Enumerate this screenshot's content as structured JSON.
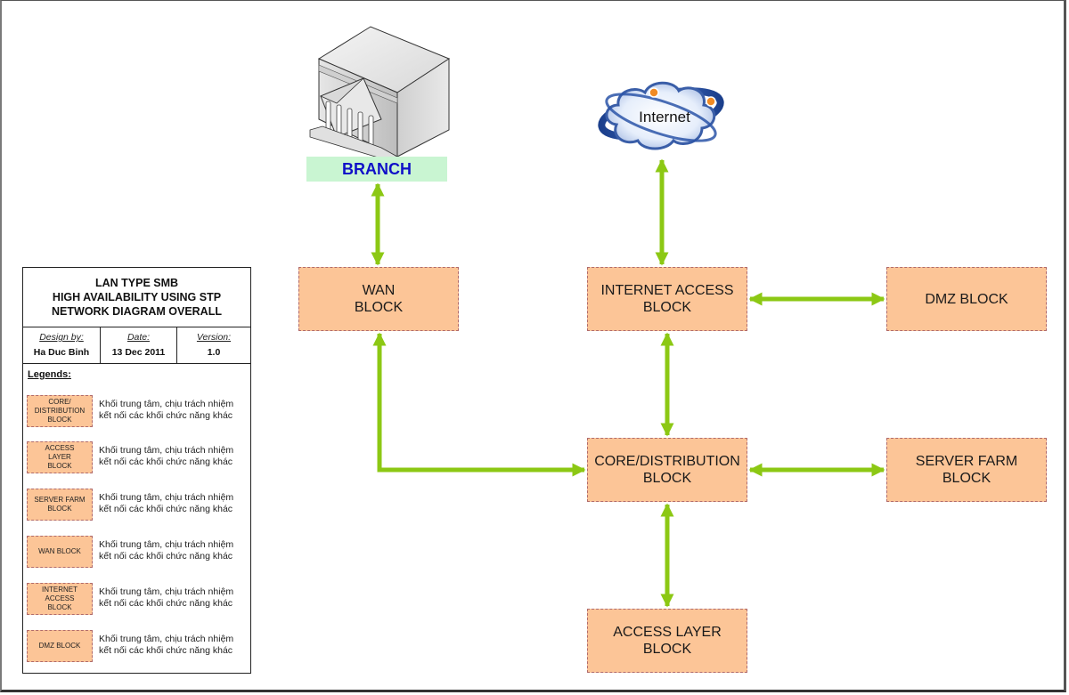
{
  "colors": {
    "block_fill": "#fcc597",
    "block_border": "#b06a6a",
    "link_color": "#8cc814",
    "branch_label_bg": "#c9f5d2",
    "branch_label_text": "#1010c8"
  },
  "nodes": {
    "branch": {
      "label": "BRANCH",
      "icon": "bank-building-icon"
    },
    "internet": {
      "label": "Internet",
      "icon": "internet-cloud-icon"
    },
    "wan": {
      "label": "WAN\nBLOCK"
    },
    "internet_access": {
      "label": "INTERNET ACCESS\nBLOCK"
    },
    "dmz": {
      "label": "DMZ BLOCK"
    },
    "core": {
      "label": "CORE/DISTRIBUTION\nBLOCK"
    },
    "server_farm": {
      "label": "SERVER FARM\nBLOCK"
    },
    "access_layer": {
      "label": "ACCESS LAYER\nBLOCK"
    }
  },
  "links": [
    {
      "from": "branch",
      "to": "wan",
      "type": "bidirectional"
    },
    {
      "from": "internet",
      "to": "internet_access",
      "type": "bidirectional"
    },
    {
      "from": "internet_access",
      "to": "dmz",
      "type": "bidirectional"
    },
    {
      "from": "internet_access",
      "to": "core",
      "type": "bidirectional"
    },
    {
      "from": "wan",
      "to": "core",
      "type": "bidirectional"
    },
    {
      "from": "core",
      "to": "server_farm",
      "type": "bidirectional"
    },
    {
      "from": "core",
      "to": "access_layer",
      "type": "bidirectional"
    }
  ],
  "info_panel": {
    "title_lines": [
      "LAN TYPE SMB",
      "HIGH AVAILABILITY USING STP",
      "NETWORK DIAGRAM OVERALL"
    ],
    "design_by_label": "Design by:",
    "design_by": "Ha Duc Binh",
    "date_label": "Date:",
    "date": "13 Dec 2011",
    "version_label": "Version:",
    "version": "1.0",
    "legends_title": "Legends:",
    "legends": [
      {
        "swatch": "CORE/\nDISTRIBUTION\nBLOCK",
        "desc": "Khối trung tâm, chịu trách nhiệm\nkết nối các khối chức năng khác"
      },
      {
        "swatch": "ACCESS\nLAYER\nBLOCK",
        "desc": "Khối trung tâm, chịu trách nhiệm\nkết nối các khối chức năng khác"
      },
      {
        "swatch": "SERVER FARM\nBLOCK",
        "desc": "Khối trung tâm, chịu trách nhiệm\nkết nối các khối chức năng khác"
      },
      {
        "swatch": "WAN BLOCK",
        "desc": "Khối trung tâm, chịu trách nhiệm\nkết nối các khối chức năng khác"
      },
      {
        "swatch": "INTERNET\nACCESS\nBLOCK",
        "desc": "Khối trung tâm, chịu trách nhiệm\nkết nối các khối chức năng khác"
      },
      {
        "swatch": "DMZ BLOCK",
        "desc": "Khối trung tâm, chịu trách nhiệm\nkết nối các khối chức năng khác"
      }
    ]
  }
}
